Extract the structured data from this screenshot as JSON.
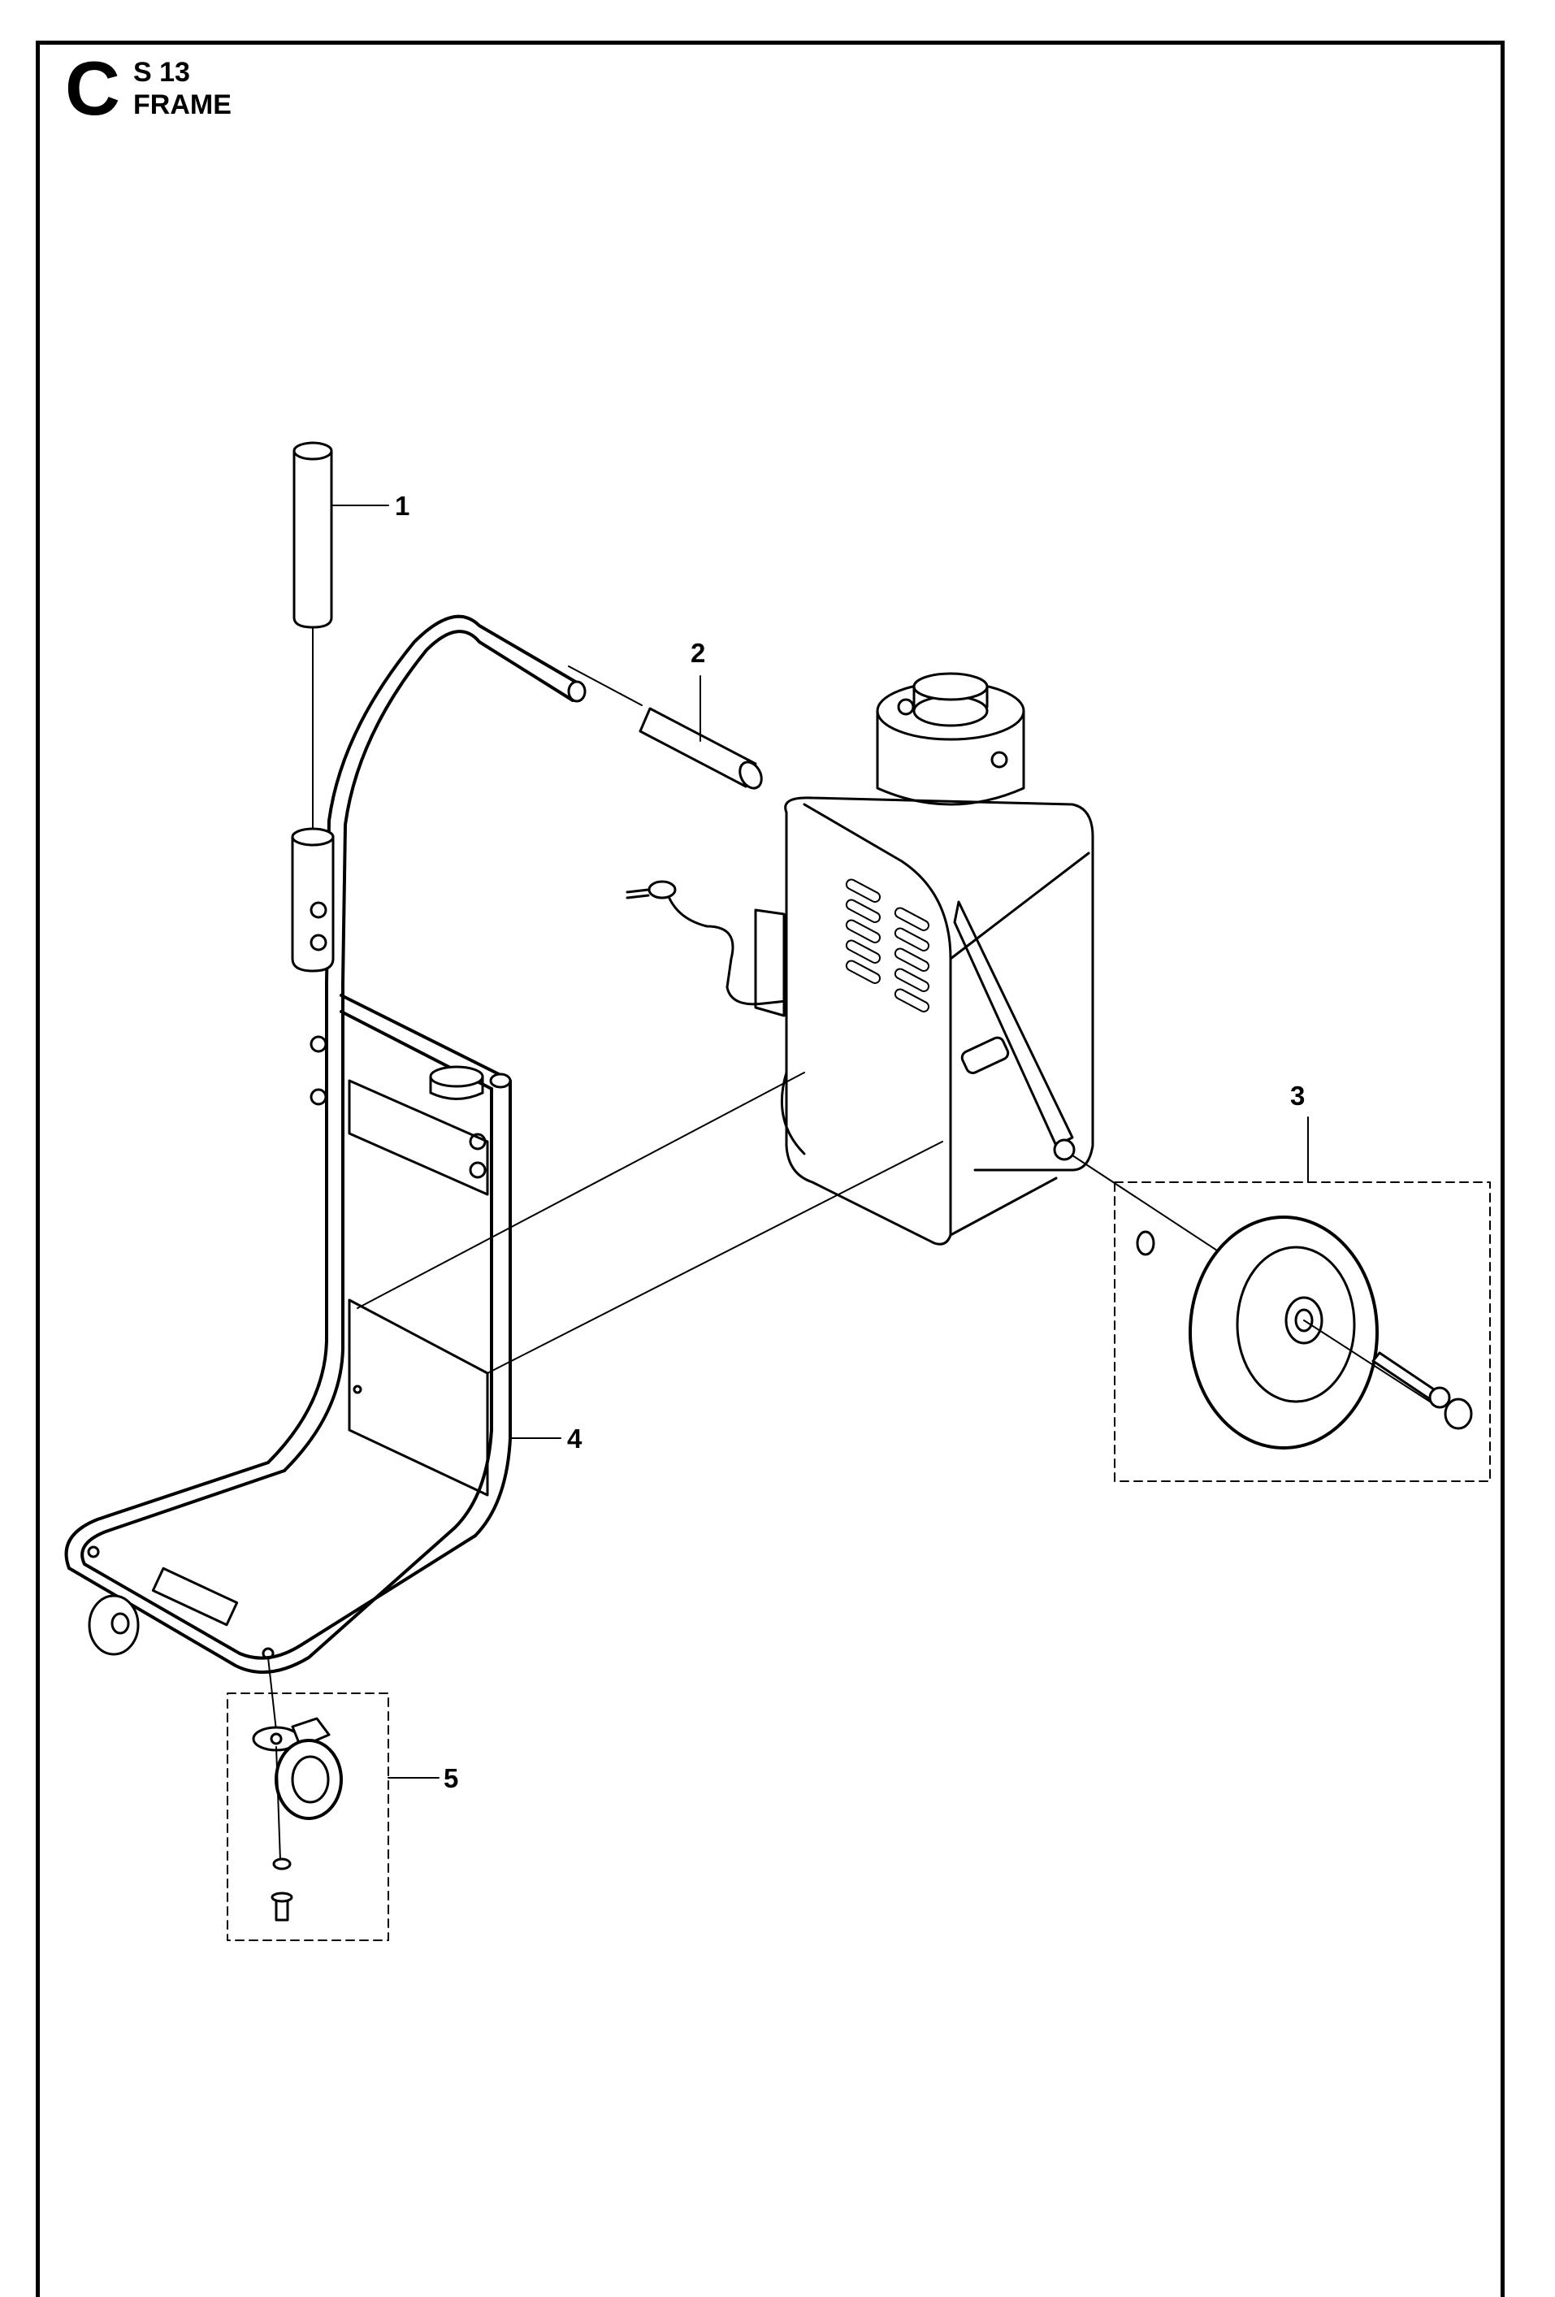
{
  "header": {
    "section_letter": "C",
    "section_code": "S 13",
    "section_title": "FRAME"
  },
  "callouts": [
    {
      "id": 1,
      "label": "1"
    },
    {
      "id": 2,
      "label": "2"
    },
    {
      "id": 3,
      "label": "3"
    },
    {
      "id": 4,
      "label": "4"
    },
    {
      "id": 5,
      "label": "5"
    }
  ],
  "colors": {
    "line": "#000000",
    "fill": "#ffffff",
    "shade": "#e6e6e6"
  }
}
